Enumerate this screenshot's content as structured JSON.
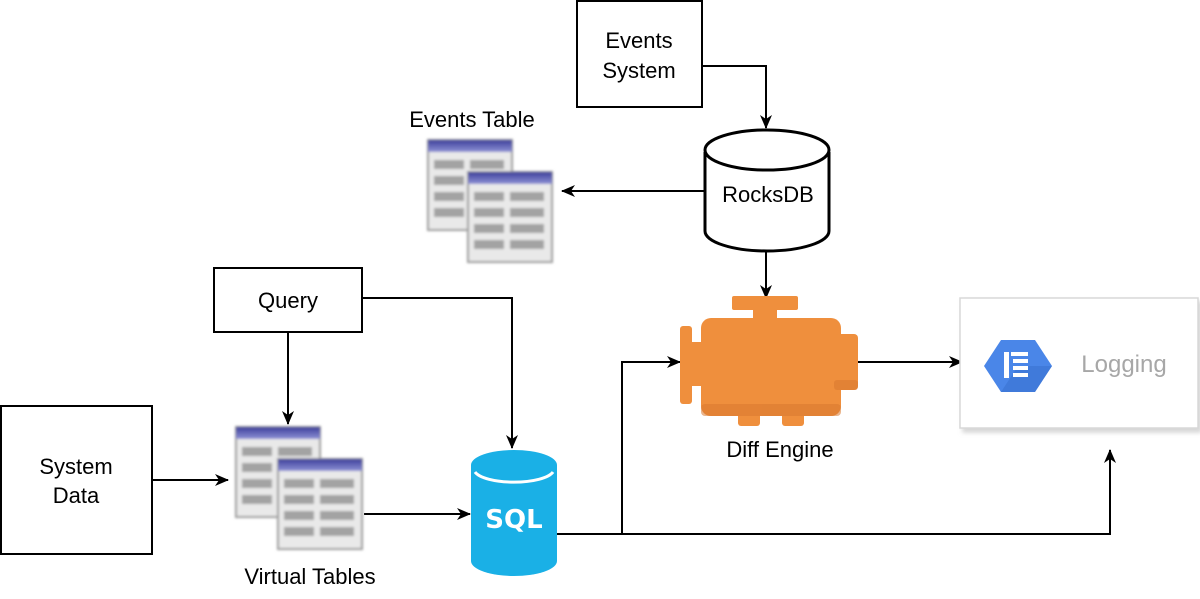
{
  "nodes": {
    "events_system": {
      "line1": "Events",
      "line2": "System"
    },
    "rocksdb": {
      "label": "RocksDB"
    },
    "events_table": {
      "label": "Events Table"
    },
    "query": {
      "label": "Query"
    },
    "system_data": {
      "line1": "System",
      "line2": "Data"
    },
    "virtual_tables": {
      "label": "Virtual Tables"
    },
    "sql": {
      "label": "SQL"
    },
    "diff_engine": {
      "label": "Diff Engine"
    },
    "logging": {
      "label": "Logging"
    }
  },
  "colors": {
    "sql": "#1ab0e6",
    "engine": "#ef8f3d",
    "logging_icon": "#4a86e8",
    "table_header": "#5c5fb5"
  }
}
